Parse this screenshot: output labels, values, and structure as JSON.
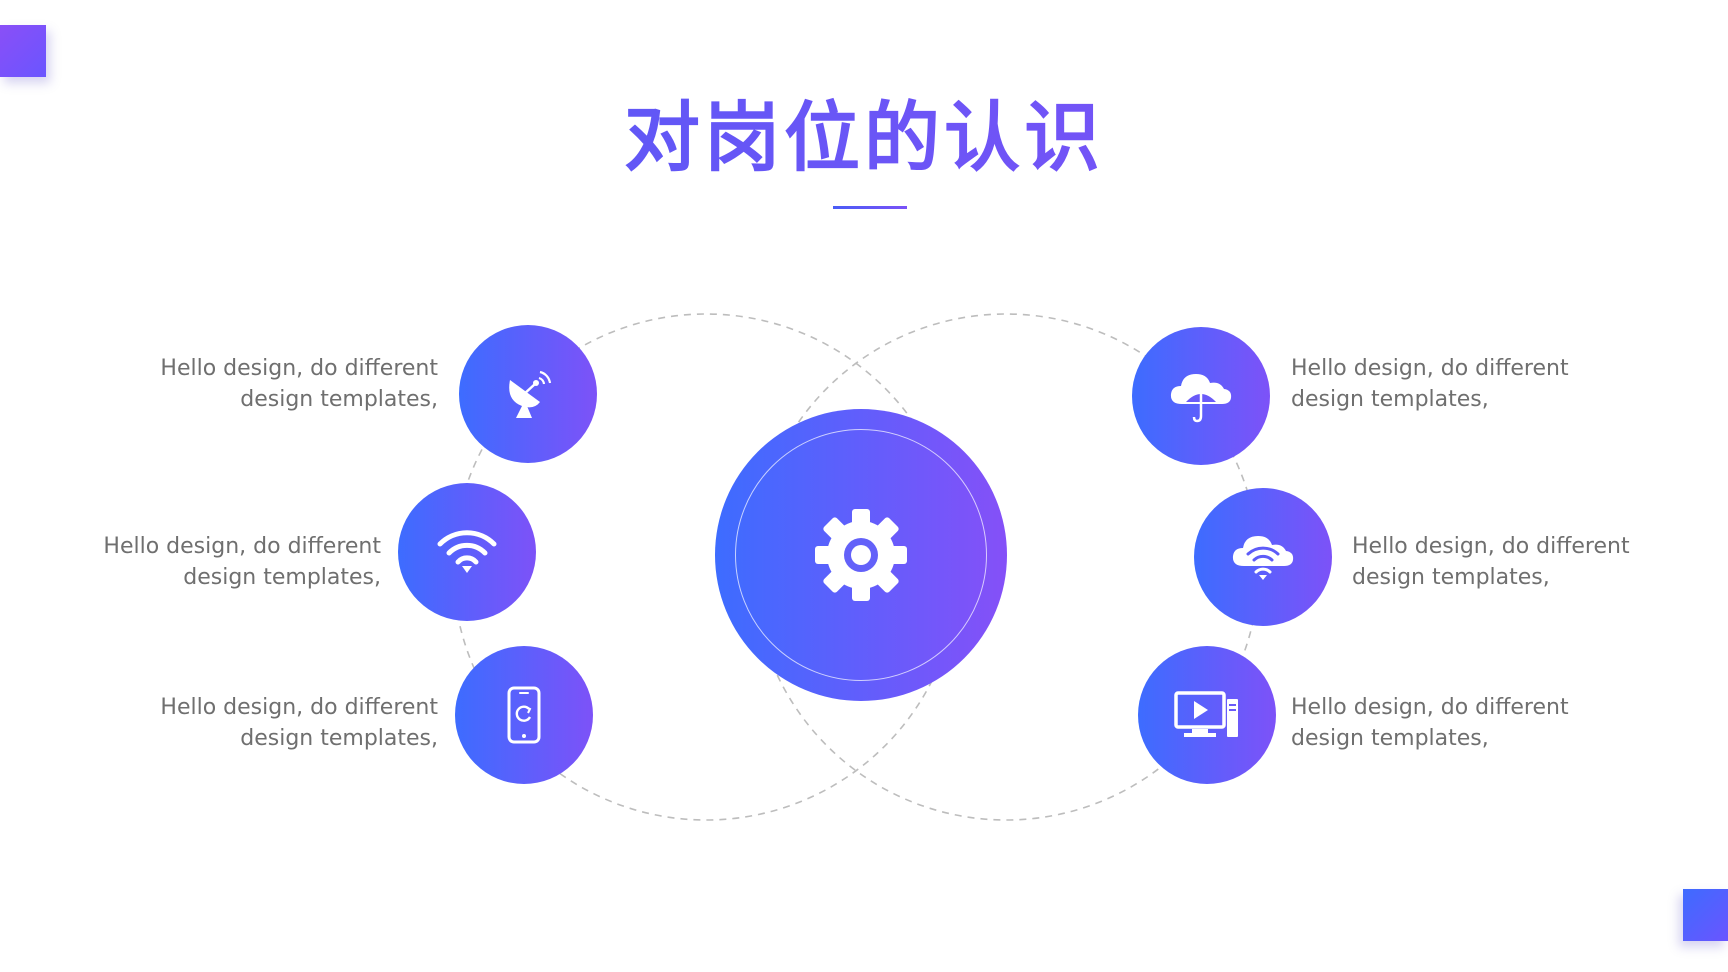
{
  "title": "对岗位的认识",
  "items": [
    {
      "icon": "satellite-dish-icon",
      "line1": "Hello design, do different",
      "line2": "design templates,"
    },
    {
      "icon": "wifi-icon",
      "line1": "Hello design, do different",
      "line2": "design templates,"
    },
    {
      "icon": "smartphone-icon",
      "line1": "Hello design, do different",
      "line2": "design templates,"
    },
    {
      "icon": "cloud-umbrella-icon",
      "line1": "Hello design, do different",
      "line2": "design templates,"
    },
    {
      "icon": "cloud-wifi-icon",
      "line1": "Hello design, do different",
      "line2": "design templates,"
    },
    {
      "icon": "video-monitor-icon",
      "line1": "Hello design, do different",
      "line2": "design templates,"
    }
  ],
  "center": {
    "icon": "gear-icon"
  },
  "colors": {
    "gradient_start": "#3d6cff",
    "gradient_end": "#8550f8",
    "text": "#6f6f6f",
    "ring": "#bdbdbd"
  }
}
